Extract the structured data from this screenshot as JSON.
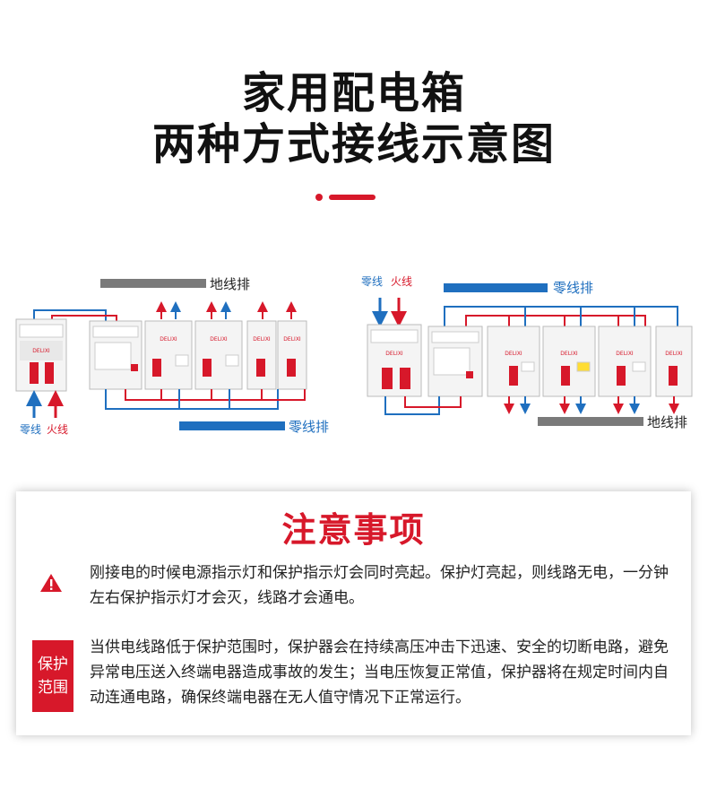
{
  "header": {
    "title_line1": "家用配电箱",
    "title_line2": "两种方式接线示意图"
  },
  "diagram_left": {
    "ground_bar_label": "地线排",
    "neutral_bar_label": "零线排",
    "neutral_label": "零线",
    "live_label": "火线",
    "brand": "DELIXI"
  },
  "diagram_right": {
    "ground_bar_label": "地线排",
    "neutral_bar_label": "零线排",
    "neutral_label": "零线",
    "live_label": "火线",
    "brand": "DELIXI"
  },
  "notice": {
    "title": "注意事项",
    "item1_text": "刚接电的时候电源指示灯和保护指示灯会同时亮起。保护灯亮起，则线路无电，一分钟左右保护指示灯才会灭，线路才会通电。",
    "item2_badge_line1": "保护",
    "item2_badge_line2": "范围",
    "item2_text": "当供电线路低于保护范围时，保护器会在持续高压冲击下迅速、安全的切断电路，避免异常电压送入终端电器造成事故的发生；当电压恢复正常值，保护器将在规定时间内自动连通电路，确保终端电器在无人值守情况下正常运行。"
  },
  "colors": {
    "red": "#d7182a",
    "blue": "#1f6fbf",
    "gray": "#7a7a7a"
  }
}
